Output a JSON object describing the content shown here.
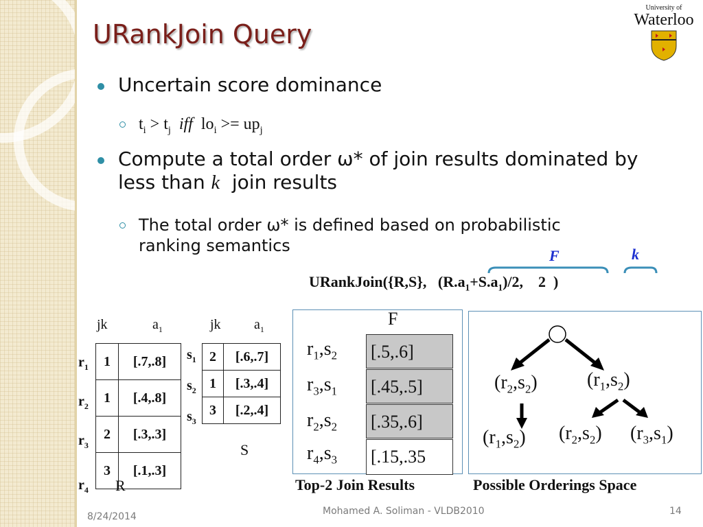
{
  "title": "URankJoin Query",
  "logo": {
    "top": "University of",
    "name": "Waterloo"
  },
  "bullets": {
    "b1": "Uncertain score dominance",
    "b2_line1": "Compute a total order ω* of join results dominated by",
    "b2_line2_a": "less than",
    "b2_line2_k": "k",
    "b2_line2_b": "join results",
    "sub2_line1": "The total order ω* is defined based on probabilistic",
    "sub2_line2": "ranking semantics"
  },
  "query": {
    "prefix": "URankJoin({R,S},",
    "expr": "(R.a1+S.a1)/2,",
    "k_val": "2",
    "close": ")",
    "F_label": "F",
    "k_label": "k"
  },
  "tableR": {
    "header_jk": "jk",
    "header_a": "a",
    "rows": [
      {
        "label": "r",
        "jk": "1",
        "a": "[.7,.8]"
      },
      {
        "label": "r",
        "jk": "1",
        "a": "[.4,.8]"
      },
      {
        "label": "r",
        "jk": "2",
        "a": "[.3,.3]"
      },
      {
        "label": "r",
        "jk": "3",
        "a": "[.1,.3]"
      }
    ],
    "caption": "R"
  },
  "tableS": {
    "header_jk": "jk",
    "header_a": "a",
    "rows": [
      {
        "label": "s",
        "jk": "2",
        "a": "[.6,.7]"
      },
      {
        "label": "s",
        "jk": "1",
        "a": "[.3,.4]"
      },
      {
        "label": "s",
        "jk": "3",
        "a": "[.2,.4]"
      }
    ],
    "caption": "S"
  },
  "join": {
    "header": "F",
    "values": [
      "[.5,.6]",
      "[.45,.5]",
      "[.35,.6]",
      "[.15,.35"
    ],
    "caption": "Top-2 Join Results"
  },
  "orderings": {
    "caption": "Possible Orderings Space"
  },
  "footer": {
    "date": "8/24/2014",
    "author": "Mohamed A. Soliman - VLDB2010",
    "page": "14"
  }
}
